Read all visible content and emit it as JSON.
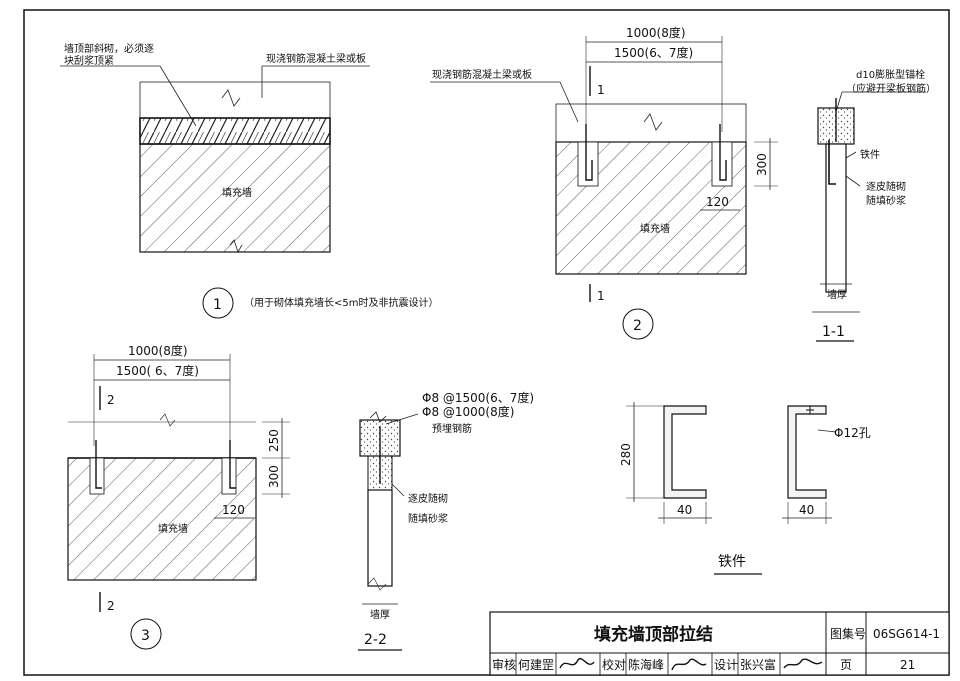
{
  "drawing": {
    "detail1": {
      "note_top_line1": "墙顶部斜砌，必须逐",
      "note_top_line2": "块刮浆顶紧",
      "slab_label": "现浇钢筋混凝土梁或板",
      "wall_label": "填充墙",
      "number": "1",
      "remark": "（用于砌体填充墙长<5m时及非抗震设计）"
    },
    "detail2": {
      "dim_8deg": "1000(8度)",
      "dim_67deg": "1500(6、7度)",
      "slab_label": "现浇钢筋混凝土梁或板",
      "section_mark": "1",
      "dim_300": "300",
      "dim_120": "120",
      "wall_label": "填充墙",
      "number": "2"
    },
    "section11": {
      "anchor_line1": "d10膨胀型锚栓",
      "anchor_line2": "（应避开梁板钢筋）",
      "iron_label": "铁件",
      "mortar_line1": "逐皮随砌",
      "mortar_line2": "随填砂浆",
      "thickness": "墙厚",
      "title": "1-1"
    },
    "detail3": {
      "dim_8deg": "1000(8度)",
      "dim_67deg": "1500( 6、7度)",
      "section_mark": "2",
      "dim_250": "250",
      "dim_300": "300",
      "dim_120": "120",
      "wall_label": "填充墙",
      "number": "3"
    },
    "section22": {
      "bar1": "Φ8 @1500(6、7度)",
      "bar2": "Φ8 @1000(8度)",
      "embedded": "预埋钢筋",
      "mortar_line1": "逐皮随砌",
      "mortar_line2": "随填砂浆",
      "thickness": "墙厚",
      "title": "2-2"
    },
    "iron_part": {
      "dim_280": "280",
      "dim_40a": "40",
      "dim_40b": "40",
      "hole": "Φ12孔",
      "title": "铁件"
    }
  },
  "title_block": {
    "title": "填充墙顶部拉结",
    "atlas_label": "图集号",
    "atlas_no": "06SG614-1",
    "review_label": "审核",
    "reviewer": "何建罡",
    "check_label": "校对",
    "checker": "陈海峰",
    "design_label": "设计",
    "designer": "张兴富",
    "page_label": "页",
    "page_no": "21"
  }
}
